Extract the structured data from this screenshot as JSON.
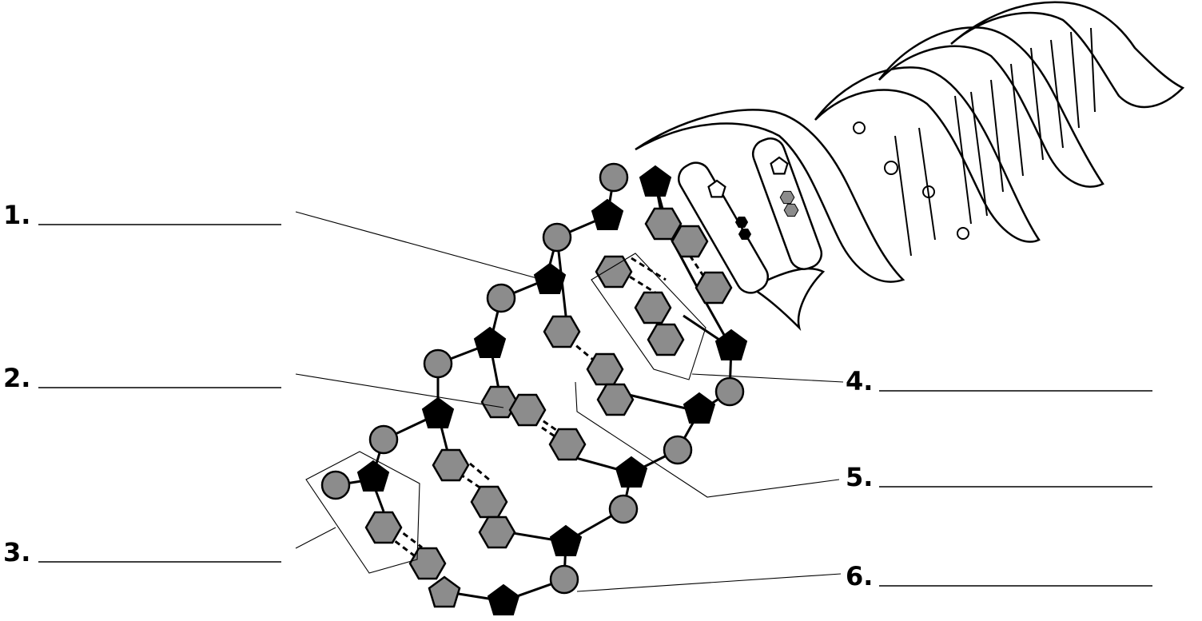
{
  "labels": {
    "left": [
      {
        "number": "1."
      },
      {
        "number": "2."
      },
      {
        "number": "3."
      }
    ],
    "right": [
      {
        "number": "4."
      },
      {
        "number": "5."
      },
      {
        "number": "6."
      }
    ]
  },
  "colors": {
    "phosphate": "#8c8c8c",
    "sugar": "#000000",
    "base": "#8c8c8c",
    "line": "#000000",
    "background": "#ffffff"
  },
  "icons": {
    "phosphate": "circle",
    "sugar": "pentagon",
    "purine": "double-hexagon",
    "pyrimidine": "hexagon"
  }
}
